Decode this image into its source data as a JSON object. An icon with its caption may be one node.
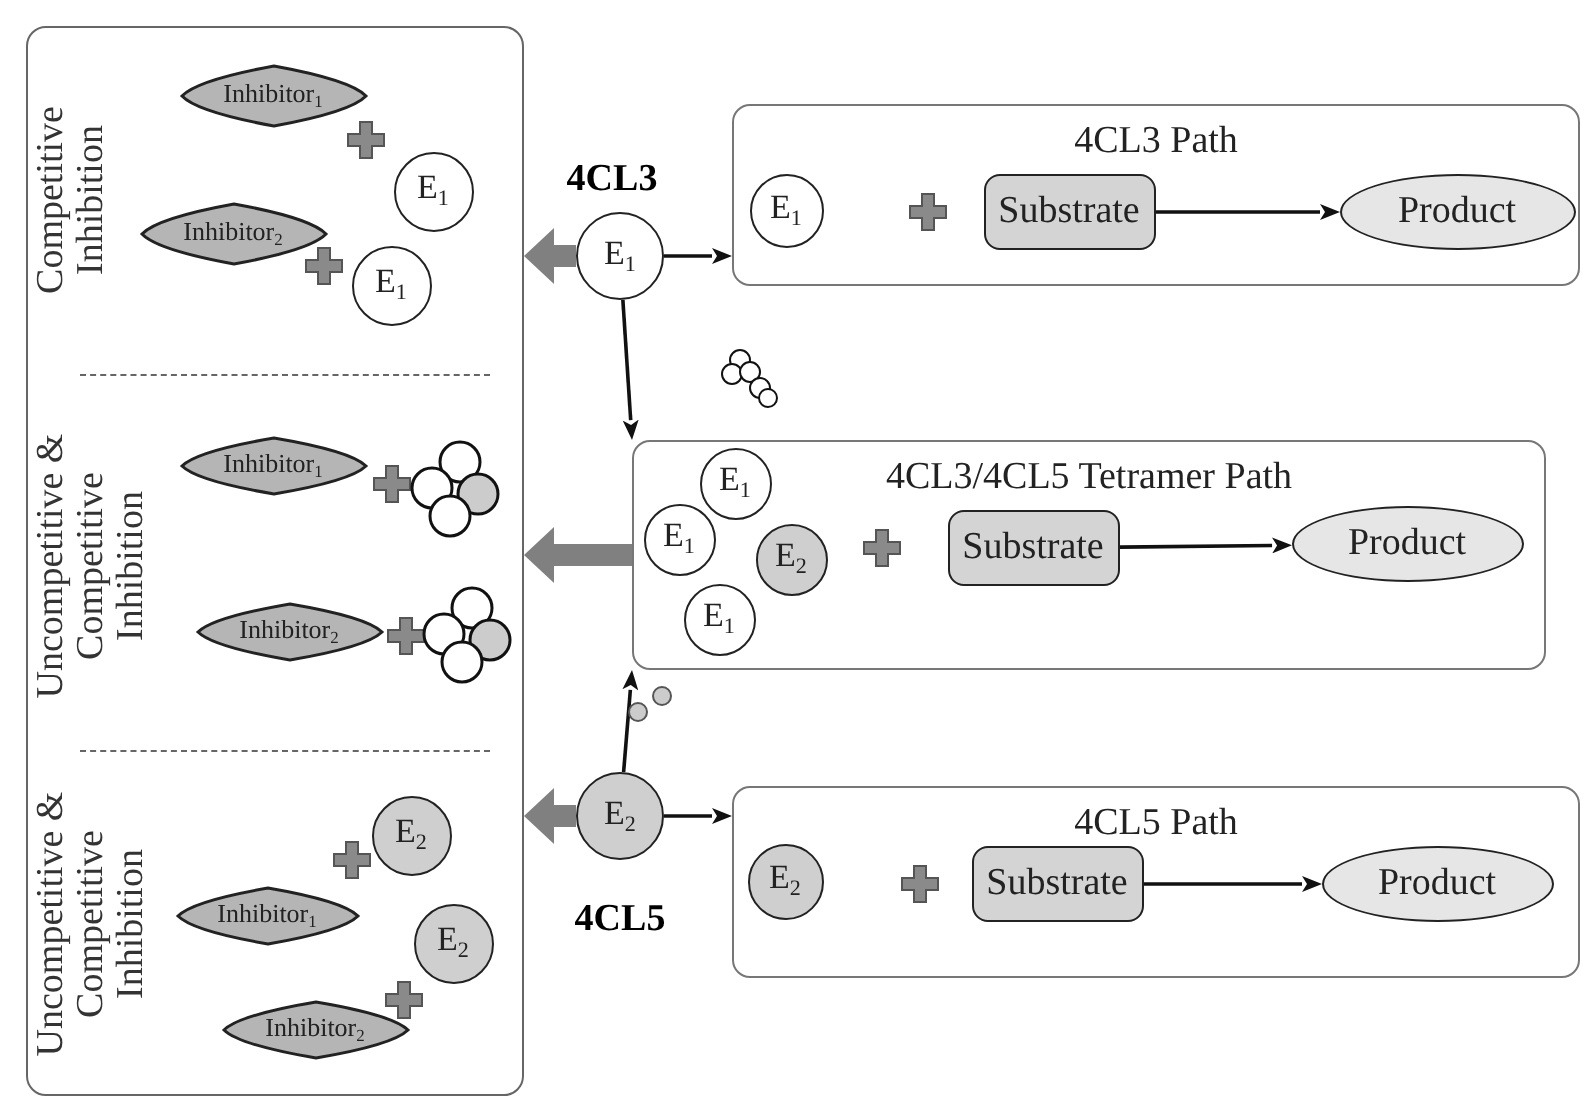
{
  "diagram": {
    "nodes": [
      {
        "text": [],
        "shape": "box"
      },
      {
        "text": [
          "Inhibitor$_{1}$"
        ],
        "in": 0
      },
      {
        "text": [
          "E$_{1}$"
        ],
        "in": 0
      },
      {
        "text": [
          "Inhibitor$_{2}$"
        ],
        "in": 0
      },
      {
        "text": [
          "E$_{1}$"
        ],
        "in": 0
      },
      {
        "text": [
          "Inhibitor$_{1}$"
        ],
        "in": 0
      },
      {
        "text": [
          "Inhibitor$_{2}$"
        ],
        "in": 0
      },
      {
        "text": [
          "E$_{2}$"
        ],
        "in": 0
      },
      {
        "text": [
          "Inhibitor$_{1}$"
        ],
        "in": 0
      },
      {
        "text": [
          "E$_{2}$"
        ],
        "in": 0
      },
      {
        "text": [
          "Inhibitor$_{2}$"
        ],
        "in": 0
      },
      {
        "text": [
          "E$_{1}$"
        ],
        "beside": [
          "4CL3"
        ]
      },
      {
        "text": [
          "E$_{2}$"
        ],
        "beside": [
          "4CL5"
        ]
      },
      {
        "text": [
          "4CL3 Path"
        ]
      },
      {
        "text": [
          "E$_{1}$"
        ],
        "in": 13
      },
      {
        "text": [
          "Substrate"
        ],
        "in": 13
      },
      {
        "text": [
          "Product"
        ],
        "in": 13
      },
      {
        "text": [
          "4CL3/4CL5 Tetramer Path"
        ]
      },
      {
        "text": [
          "E$_{1}$"
        ],
        "in": 17
      },
      {
        "text": [
          "E$_{1}$"
        ],
        "in": 17
      },
      {
        "text": [
          "E$_{2}$"
        ],
        "in": 17
      },
      {
        "text": [
          "E$_{1}$"
        ],
        "in": 17
      },
      {
        "text": [
          "Substrate"
        ],
        "in": 17
      },
      {
        "text": [
          "Product"
        ],
        "in": 17
      },
      {
        "text": [
          "4CL5 Path"
        ]
      },
      {
        "text": [
          "E$_{2}$"
        ],
        "in": 24
      },
      {
        "text": [
          "Substrate"
        ],
        "in": 24
      },
      {
        "text": [
          "Product"
        ],
        "in": 24
      }
    ],
    "edges": [
      {
        "from": 11,
        "to": 13,
        "arrow": "to"
      },
      {
        "from": 11,
        "to": 17,
        "arrow": "to"
      },
      {
        "from": 12,
        "to": 17,
        "arrow": "to"
      },
      {
        "from": 12,
        "to": 24,
        "arrow": "to"
      },
      {
        "from": 15,
        "to": 16,
        "arrow": "to"
      },
      {
        "from": 22,
        "to": 23,
        "arrow": "to"
      },
      {
        "from": 26,
        "to": 27,
        "arrow": "to"
      },
      {
        "from": 11,
        "to": 0,
        "arrow": "to",
        "style": "thick",
        "color": "#808080"
      },
      {
        "from": 17,
        "to": 0,
        "arrow": "to",
        "style": "thick",
        "color": "#808080"
      },
      {
        "from": 12,
        "to": 0,
        "arrow": "to",
        "style": "thick",
        "color": "#808080"
      }
    ],
    "labels": [
      "Competitive Inhibition",
      "Uncompetitive & Competitive Inhibition",
      "Uncompetitive & Competitive Inhibition"
    ]
  }
}
